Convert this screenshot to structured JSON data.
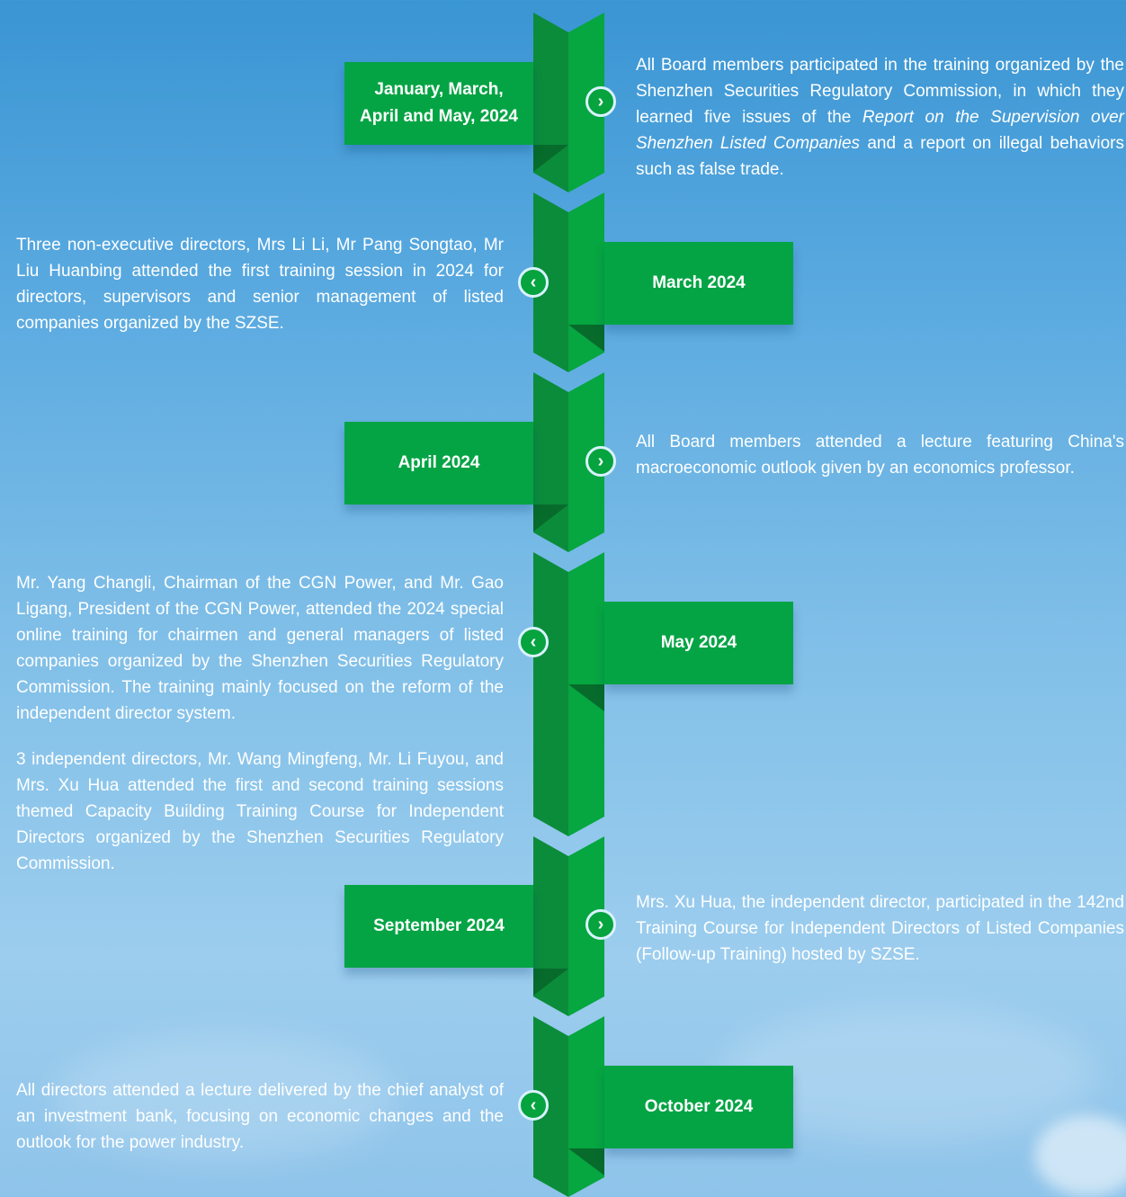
{
  "timeline": {
    "entries": [
      {
        "date": "January, March, April and May, 2024",
        "side": "right",
        "text": [
          {
            "plain_before": "All Board members participated in the training organized by the Shenzhen Securities Regulatory Commission, in which they learned five issues of the ",
            "italic": "Report on the Supervision over Shenzhen Listed Companies",
            "plain_after": " and a report on illegal behaviors such as false trade."
          }
        ]
      },
      {
        "date": "March 2024",
        "side": "left",
        "text": [
          {
            "plain_before": "Three non-executive directors, Mrs Li Li, Mr Pang Songtao, Mr Liu Huanbing attended the first training session in 2024 for directors, supervisors and senior management of listed companies organized by the SZSE.",
            "italic": "",
            "plain_after": ""
          }
        ]
      },
      {
        "date": "April 2024",
        "side": "right",
        "text": [
          {
            "plain_before": "All Board members attended a lecture featuring China's macroeconomic outlook given by an economics professor.",
            "italic": "",
            "plain_after": ""
          }
        ]
      },
      {
        "date": "May 2024",
        "side": "left",
        "text": [
          {
            "plain_before": "Mr. Yang Changli, Chairman of the CGN Power, and Mr. Gao Ligang, President of the CGN Power, attended the 2024 special online training for chairmen and general managers of listed companies organized by the Shenzhen Securities Regulatory Commission. The training mainly focused on the reform of the independent director system.",
            "italic": "",
            "plain_after": ""
          },
          {
            "plain_before": "3 independent directors, Mr. Wang Mingfeng, Mr. Li Fuyou, and Mrs. Xu Hua attended the first and second training sessions themed Capacity Building Training Course for Independent Directors organized by the Shenzhen Securities Regulatory Commission.",
            "italic": "",
            "plain_after": ""
          }
        ]
      },
      {
        "date": "September 2024",
        "side": "right",
        "text": [
          {
            "plain_before": "Mrs. Xu Hua, the independent director, participated in the 142nd Training Course for Independent Directors of Listed Companies (Follow-up Training) hosted by SZSE.",
            "italic": "",
            "plain_after": ""
          }
        ]
      },
      {
        "date": "October 2024",
        "side": "left",
        "text": [
          {
            "plain_before": "All directors attended a lecture delivered by the chief analyst of an investment bank, focusing on economic changes and the outlook for the power industry.",
            "italic": "",
            "plain_after": ""
          }
        ]
      }
    ]
  },
  "icons": {
    "right_arrow": "chevron-right-icon",
    "left_arrow": "chevron-left-icon"
  },
  "colors": {
    "green": "#04a444",
    "dark_green": "#0a8a3a",
    "sky": "#5aaae0"
  }
}
